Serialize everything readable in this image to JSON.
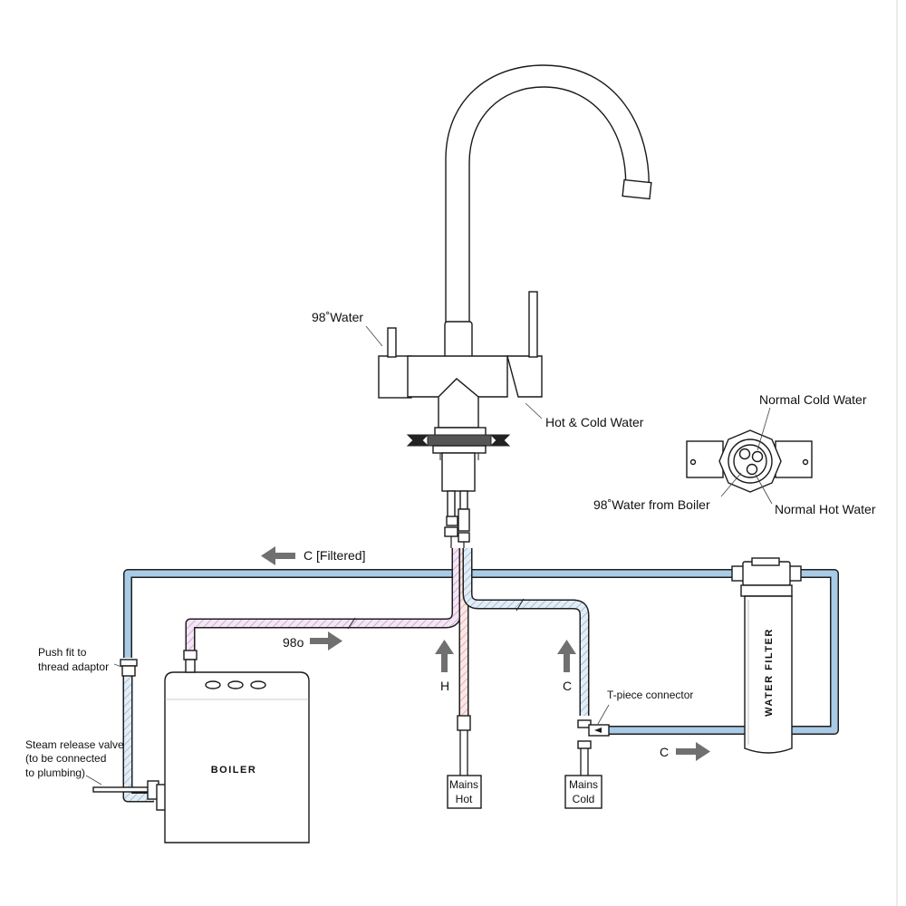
{
  "labels": {
    "water_98": "98˚Water",
    "hot_cold_water": "Hot & Cold Water",
    "normal_cold_water": "Normal Cold Water",
    "water_98_from_boiler": "98˚Water from Boiler",
    "normal_hot_water": "Normal Hot Water",
    "c_filtered": "C [Filtered]",
    "temp_98": "98o",
    "h_arrow": "H",
    "c_arrow_up": "C",
    "c_arrow_right": "C",
    "push_fit_line1": "Push fit to",
    "push_fit_line2": "thread adaptor",
    "steam_line1": "Steam release valve",
    "steam_line2": "(to be connected",
    "steam_line3": "to plumbing)",
    "t_piece": "T-piece connector",
    "boiler": "BOILER",
    "water_filter": "WATER FILTER",
    "mains_hot_line1": "Mains",
    "mains_hot_line2": "Hot",
    "mains_cold_line1": "Mains",
    "mains_cold_line2": "Cold"
  },
  "colors": {
    "filtered_pipe": "#a9cbe6",
    "hot_98_pipe": "#e4c6e6",
    "mains_hot_pipe": "#f2c6c6",
    "cold_pipe": "#c9dbe9",
    "arrow": "#707070",
    "outline": "#1a1a1a"
  }
}
